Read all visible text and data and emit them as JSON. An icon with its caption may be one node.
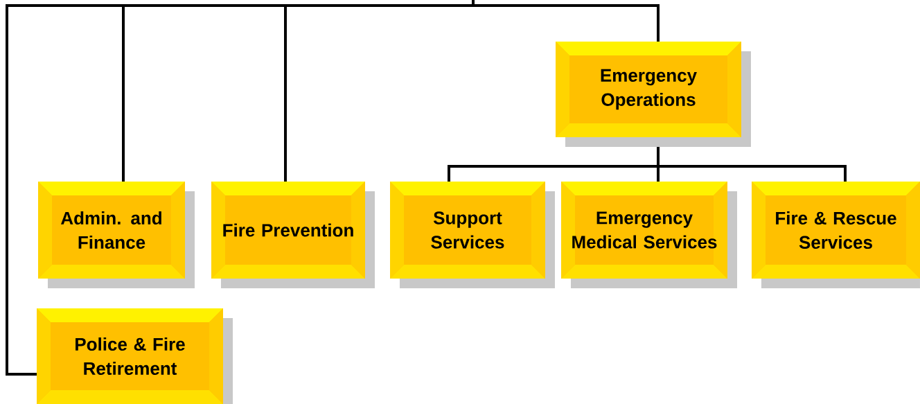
{
  "diagram": {
    "nodes": [
      {
        "text": [
          "Emergency Operations"
        ]
      },
      {
        "text": [
          "Admin. and Finance"
        ]
      },
      {
        "text": [
          "Fire Prevention"
        ]
      },
      {
        "text": [
          "Support Services"
        ]
      },
      {
        "text": [
          "Emergency Medical Services"
        ]
      },
      {
        "text": [
          "Fire & Rescue Services"
        ]
      },
      {
        "text": [
          "Police & Fire Retirement"
        ]
      }
    ],
    "edges": [
      {
        "from": null,
        "to": 6,
        "arrow": "none"
      },
      {
        "from": null,
        "to": 1,
        "arrow": "none"
      },
      {
        "from": null,
        "to": 2,
        "arrow": "none"
      },
      {
        "from": null,
        "to": 0,
        "arrow": "none"
      },
      {
        "from": 0,
        "to": 3,
        "arrow": "none"
      },
      {
        "from": 0,
        "to": 4,
        "arrow": "none"
      },
      {
        "from": 0,
        "to": 5,
        "arrow": "none"
      }
    ]
  }
}
